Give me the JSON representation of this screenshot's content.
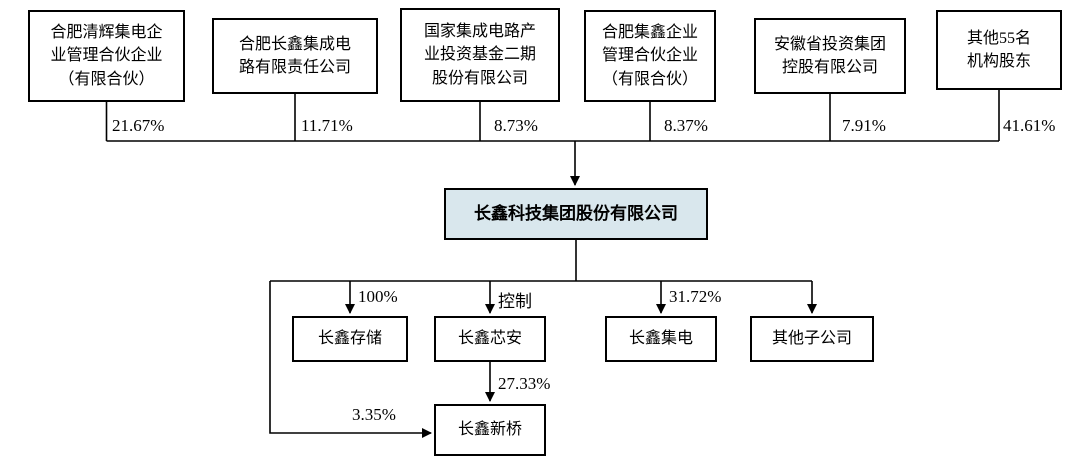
{
  "diagram": {
    "shareholders": [
      {
        "name": "合肥清辉集电企\n业管理合伙企业\n（有限合伙）",
        "ownership": "21.67%"
      },
      {
        "name": "合肥长鑫集成电\n路有限责任公司",
        "ownership": "11.71%"
      },
      {
        "name": "国家集成电路产\n业投资基金二期\n股份有限公司",
        "ownership": "8.73%"
      },
      {
        "name": "合肥集鑫企业\n管理合伙企业\n（有限合伙）",
        "ownership": "8.37%"
      },
      {
        "name": "安徽省投资集团\n控股有限公司",
        "ownership": "7.91%"
      },
      {
        "name": "其他55名\n机构股东",
        "ownership": "41.61%"
      }
    ],
    "parent_company": {
      "name": "长鑫科技集团股份有限公司"
    },
    "subsidiaries": [
      {
        "name": "长鑫存储",
        "edge_label": "100%"
      },
      {
        "name": "长鑫芯安",
        "edge_label": "控制"
      },
      {
        "name": "长鑫集电",
        "edge_label": "31.72%"
      },
      {
        "name": "其他子公司"
      }
    ],
    "grandchild": {
      "name": "长鑫新桥",
      "from_changxin_xinan": "27.33%",
      "from_parent": "3.35%"
    },
    "colors": {
      "parent_box_bg": "#d9e7ed",
      "line": "#000000"
    }
  }
}
